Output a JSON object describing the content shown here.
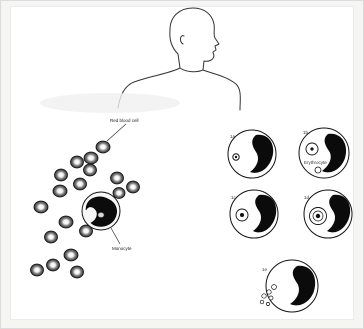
{
  "labels": {
    "red_blood_cell": "Red blood cell",
    "monocyte": "Monocyte",
    "erythrocyte": "Erythrocyte"
  },
  "panels": [
    {
      "id": "1a",
      "label": "1a"
    },
    {
      "id": "1b",
      "label": "1b"
    },
    {
      "id": "1c",
      "label": "1c"
    },
    {
      "id": "1d",
      "label": "1d"
    },
    {
      "id": "1e",
      "label": "1e"
    }
  ],
  "colors": {
    "ink": "#111111",
    "background": "#ffffff"
  }
}
